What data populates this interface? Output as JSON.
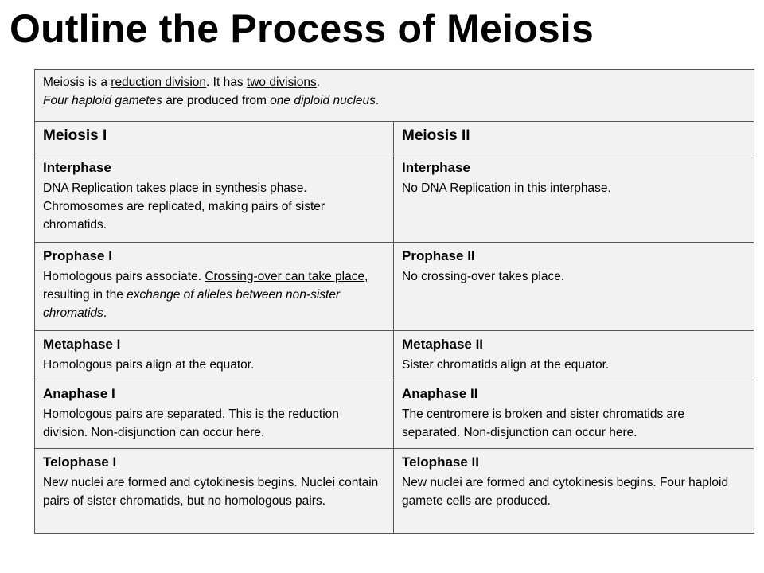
{
  "title": "Outline the Process of Meiosis",
  "intro": {
    "line1": {
      "p1": "Meiosis is a ",
      "u1": "reduction division",
      "p2": ". It has ",
      "u2": "two divisions",
      "p3": "."
    },
    "line2": {
      "i1": "Four haploid gametes",
      "p1": " are produced from ",
      "i2": "one diploid nucleus",
      "p2": "."
    }
  },
  "headers": {
    "left": "Meiosis I",
    "right": "Meiosis II"
  },
  "rows": {
    "interphase": {
      "left_title": "Interphase",
      "left_text": "DNA Replication takes place in synthesis phase. Chromosomes are replicated, making pairs of sister chromatids.",
      "right_title": "Interphase",
      "right_text": "No DNA Replication in this interphase."
    },
    "prophase": {
      "left_title": "Prophase I",
      "left_p1": "Homologous pairs associate. ",
      "left_u1": "Crossing-over can take place",
      "left_p2": ", resulting in the ",
      "left_i1": "exchange of alleles between non-sister chromatids",
      "left_p3": ".",
      "right_title": "Prophase II",
      "right_text": "No crossing-over takes place."
    },
    "metaphase": {
      "left_title": "Metaphase I",
      "left_text": "Homologous pairs align at the equator.",
      "right_title": "Metaphase II",
      "right_text": "Sister chromatids align at the equator."
    },
    "anaphase": {
      "left_title": "Anaphase I",
      "left_text": "Homologous pairs are separated. This is the reduction division. Non-disjunction can occur here.",
      "right_title": "Anaphase II",
      "right_text": "The centromere is broken and sister chromatids are separated. Non-disjunction can occur here."
    },
    "telophase": {
      "left_title": "Telophase I",
      "left_text": "New nuclei are formed and cytokinesis begins. Nuclei contain pairs of sister chromatids, but no homologous pairs.",
      "right_title": "Telophase II",
      "right_text": "New nuclei are formed and cytokinesis begins. Four haploid gamete cells are produced."
    }
  }
}
